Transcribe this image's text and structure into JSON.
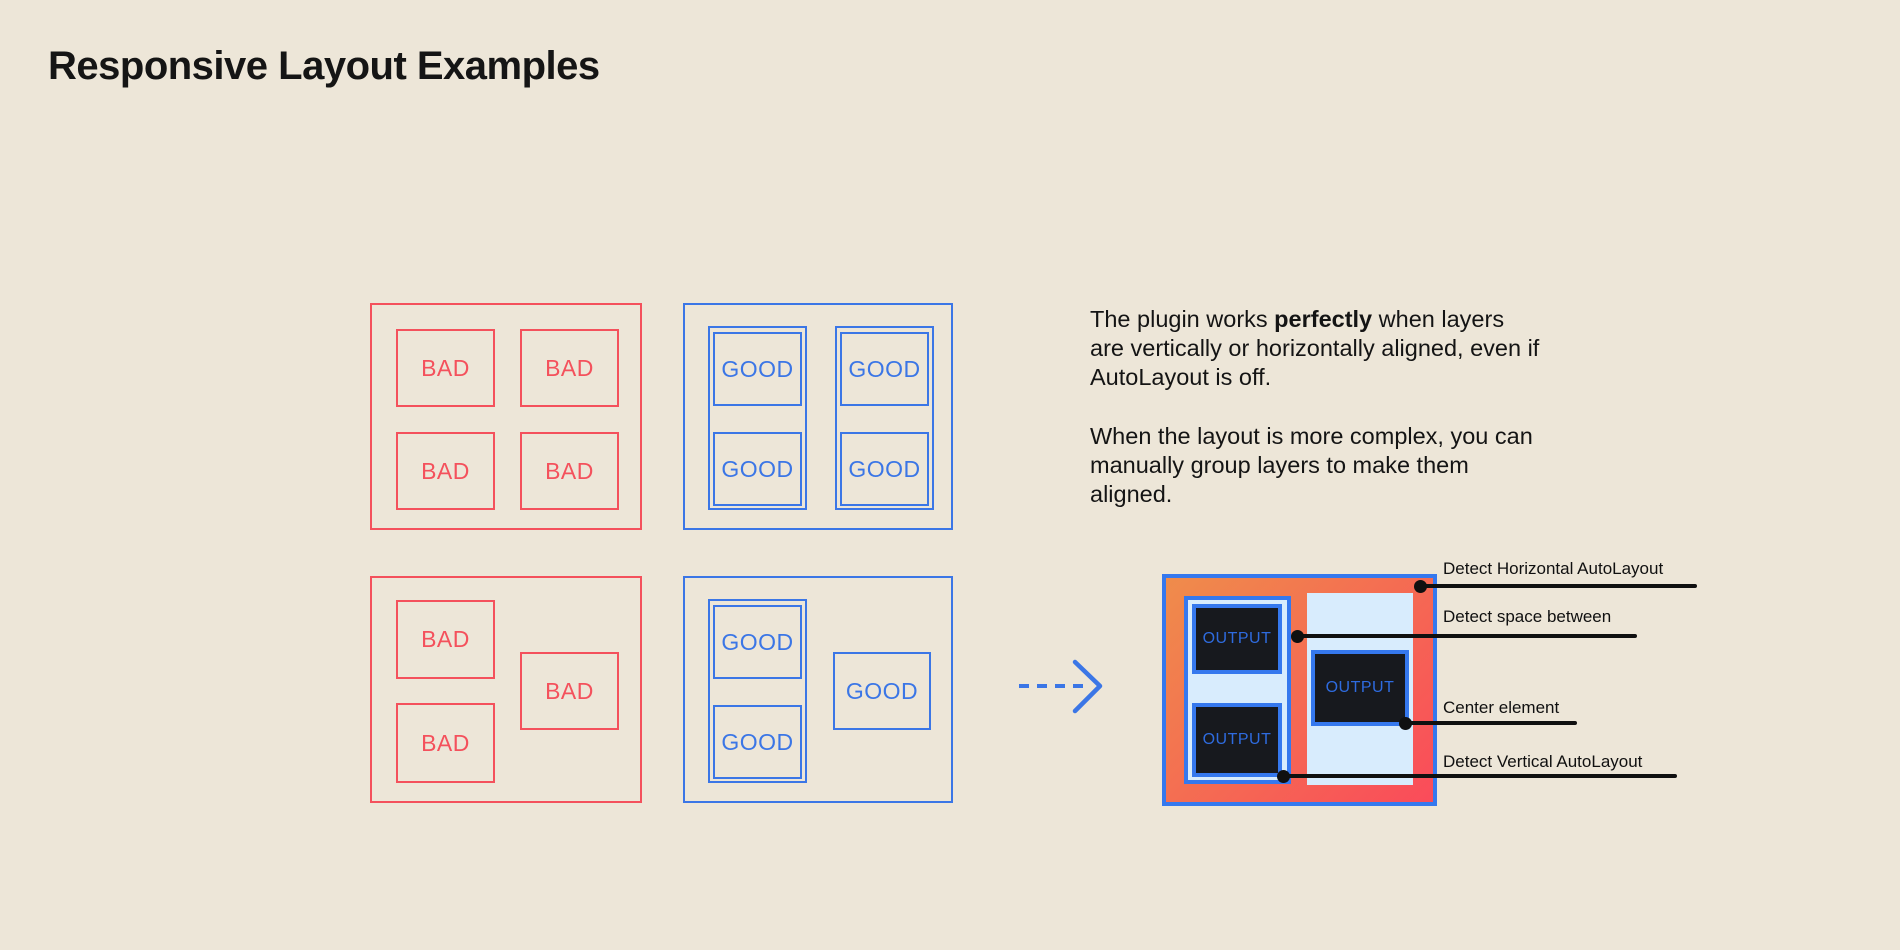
{
  "page": {
    "title": "Responsive Layout Examples"
  },
  "labels": {
    "bad": "BAD",
    "good": "GOOD",
    "output": "OUTPUT"
  },
  "description": {
    "p1_prefix": "The plugin works ",
    "p1_bold": "perfectly",
    "p1_suffix": " when layers are vertically or horizontally aligned, even if AutoLayout is off.",
    "p2": "When the layout is more complex, you can manually group layers to make them aligned."
  },
  "annotations": [
    {
      "label": "Detect Horizontal AutoLayout"
    },
    {
      "label": "Detect space between"
    },
    {
      "label": "Center element"
    },
    {
      "label": "Detect Vertical AutoLayout"
    }
  ],
  "colors": {
    "background": "#EDE6D8",
    "bad_red": "#F4515C",
    "good_blue": "#3B76E6",
    "output_border_blue": "#3578EE",
    "pale_blue": "#D8ECFD",
    "dark_panel": "#17191E",
    "output_text_blue": "#2E6BDF",
    "gradient_start": "#EF8C4B",
    "gradient_end": "#FA4B5A",
    "annotation_black": "#101010",
    "text_black": "#141414"
  }
}
